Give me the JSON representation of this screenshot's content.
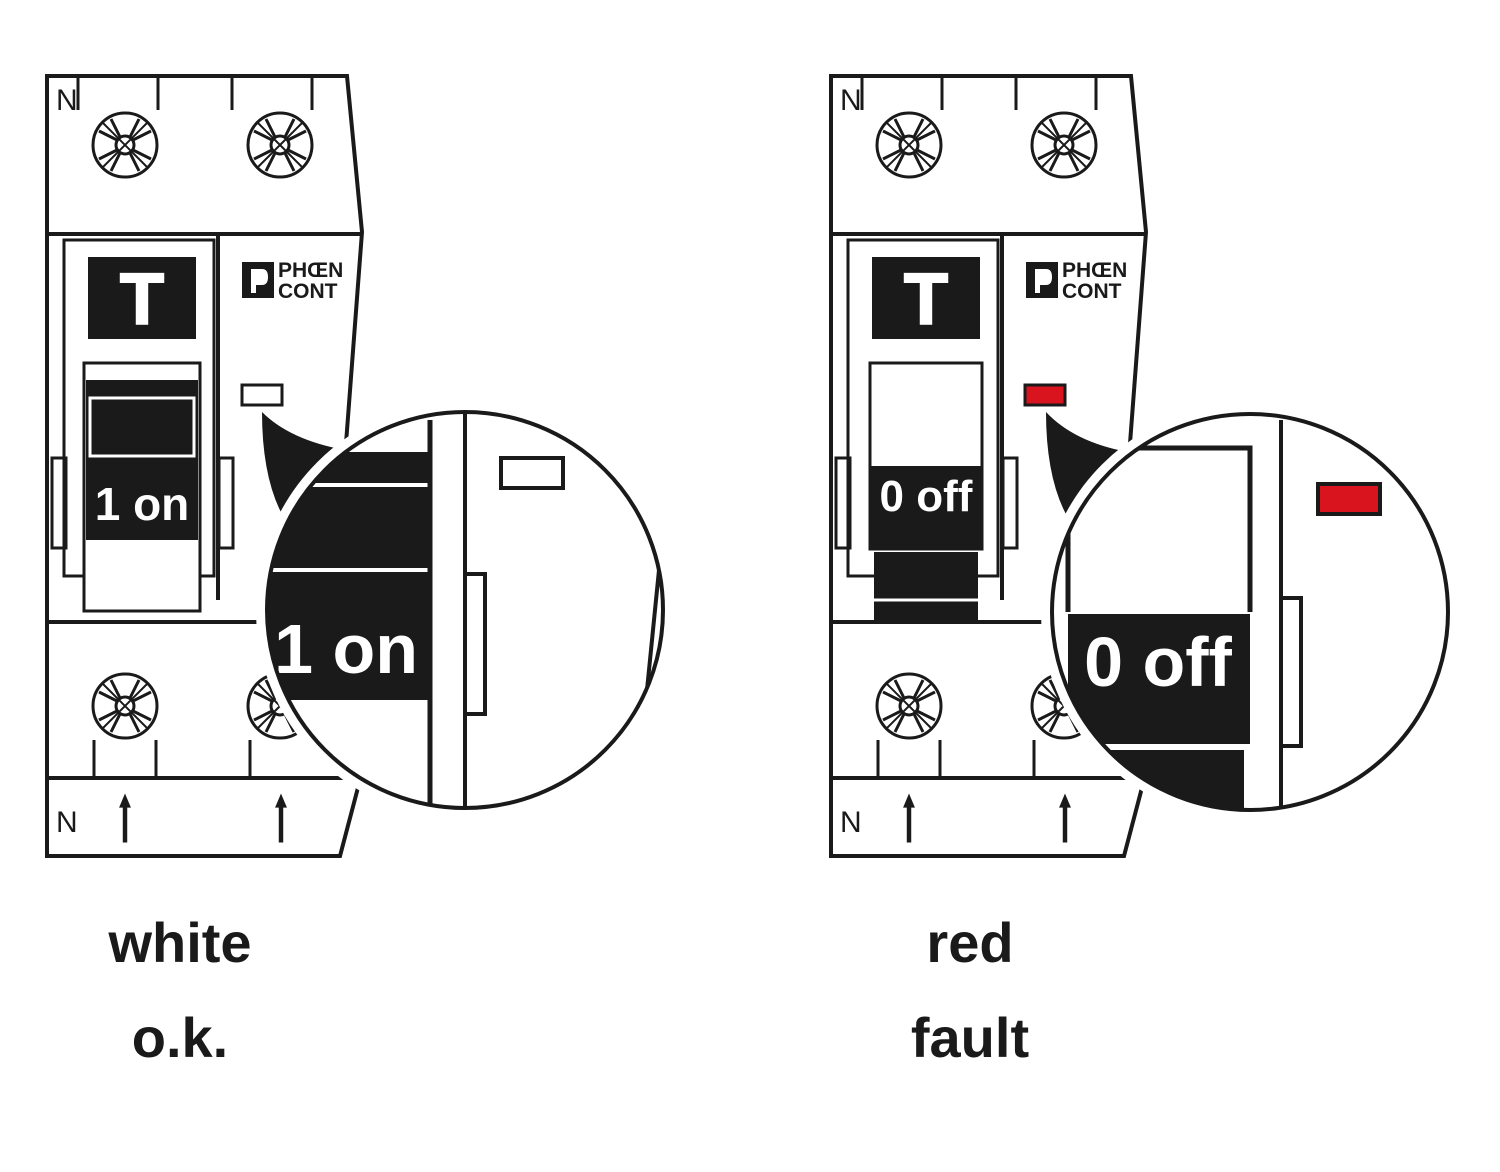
{
  "colors": {
    "line": "#1a1a1a",
    "indicator_ok": "#ffffff",
    "indicator_fault": "#d9141f",
    "background": "#ffffff"
  },
  "icons": [
    "screw-terminal-icon",
    "arrow-up-icon",
    "logo-icon"
  ],
  "panels": [
    {
      "id": "ok",
      "terminal_top": "N",
      "terminal_bottom": "N",
      "test_button": "T",
      "logo_line1": "PHŒN",
      "logo_line2": "CONT",
      "switch_label": "1 on",
      "zoom_switch_label": "1 on",
      "indicator_color": "white",
      "state_label": "o.k."
    },
    {
      "id": "fault",
      "terminal_top": "N",
      "terminal_bottom": "N",
      "test_button": "T",
      "logo_line1": "PHŒN",
      "logo_line2": "CONT",
      "switch_label": "0 off",
      "zoom_switch_label": "0 off",
      "indicator_color": "red",
      "state_label": "fault"
    }
  ]
}
